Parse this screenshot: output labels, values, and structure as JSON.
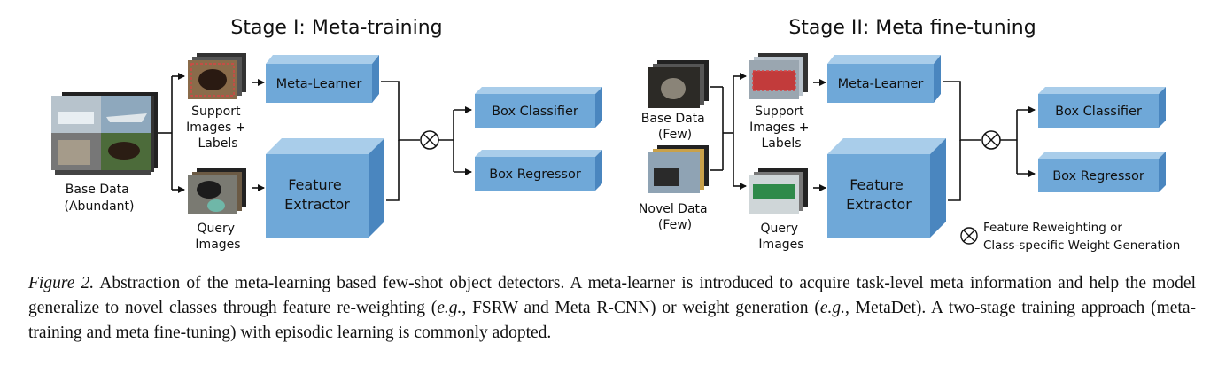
{
  "stage1": {
    "title": "Stage I: Meta-training",
    "base_data_label": [
      "Base Data",
      "(Abundant)"
    ],
    "support_label": [
      "Support",
      "Images +",
      "Labels"
    ],
    "query_label": [
      "Query",
      "Images"
    ],
    "meta_learner": "Meta-Learner",
    "feature_extractor": [
      "Feature",
      "Extractor"
    ],
    "box_classifier": "Box Classifier",
    "box_regressor": "Box Regressor"
  },
  "stage2": {
    "title": "Stage II: Meta fine-tuning",
    "base_data_label": [
      "Base Data",
      "(Few)"
    ],
    "novel_data_label": [
      "Novel Data",
      "(Few)"
    ],
    "support_label": [
      "Support",
      "Images +",
      "Labels"
    ],
    "query_label": [
      "Query",
      "Images"
    ],
    "meta_learner": "Meta-Learner",
    "feature_extractor": [
      "Feature",
      "Extractor"
    ],
    "box_classifier": "Box Classifier",
    "box_regressor": "Box Regressor"
  },
  "legend": [
    "Feature Reweighting or",
    "Class-specific Weight Generation"
  ],
  "caption": {
    "label": "Figure 2.",
    "p1": " Abstraction of the meta-learning based few-shot object detectors. A meta-learner is introduced to acquire task-level meta information and help the model generalize to novel classes through feature re-weighting (",
    "eg1": "e.g.",
    "p2": ", FSRW and Meta R-CNN) or weight generation (",
    "eg2": "e.g.",
    "p3": ", MetaDet). A two-stage training approach (meta-training and meta fine-tuning) with episodic learning is commonly adopted."
  },
  "colors": {
    "box_front": "#6fa8d8",
    "box_top": "#a9cdea",
    "box_side": "#4a86bf",
    "support_dash": "#d64545"
  }
}
